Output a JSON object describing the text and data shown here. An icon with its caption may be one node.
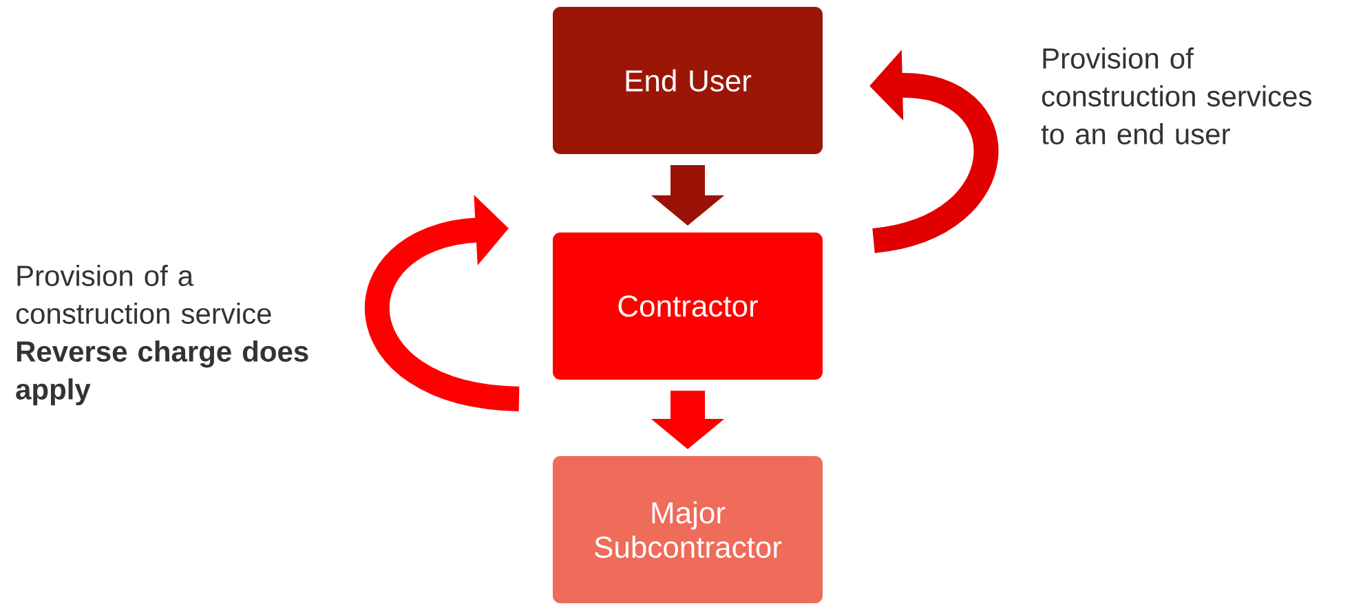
{
  "diagram": {
    "nodes": [
      {
        "text": [
          "End User"
        ]
      },
      {
        "text": [
          "Contractor"
        ]
      },
      {
        "text": [
          "Major Subcontractor"
        ]
      }
    ],
    "edges": [
      {
        "from": 0,
        "to": 1,
        "arrow": "to",
        "color": "#9b1306"
      },
      {
        "from": 1,
        "to": 2,
        "arrow": "to"
      },
      {
        "from": 1,
        "to": 0,
        "arrow": "to",
        "label": "Provision of construction services to an end user"
      },
      {
        "from": 1,
        "to": 1,
        "arrow": "to",
        "label": "Provision of a construction service **Reverse charge does apply**"
      }
    ]
  }
}
